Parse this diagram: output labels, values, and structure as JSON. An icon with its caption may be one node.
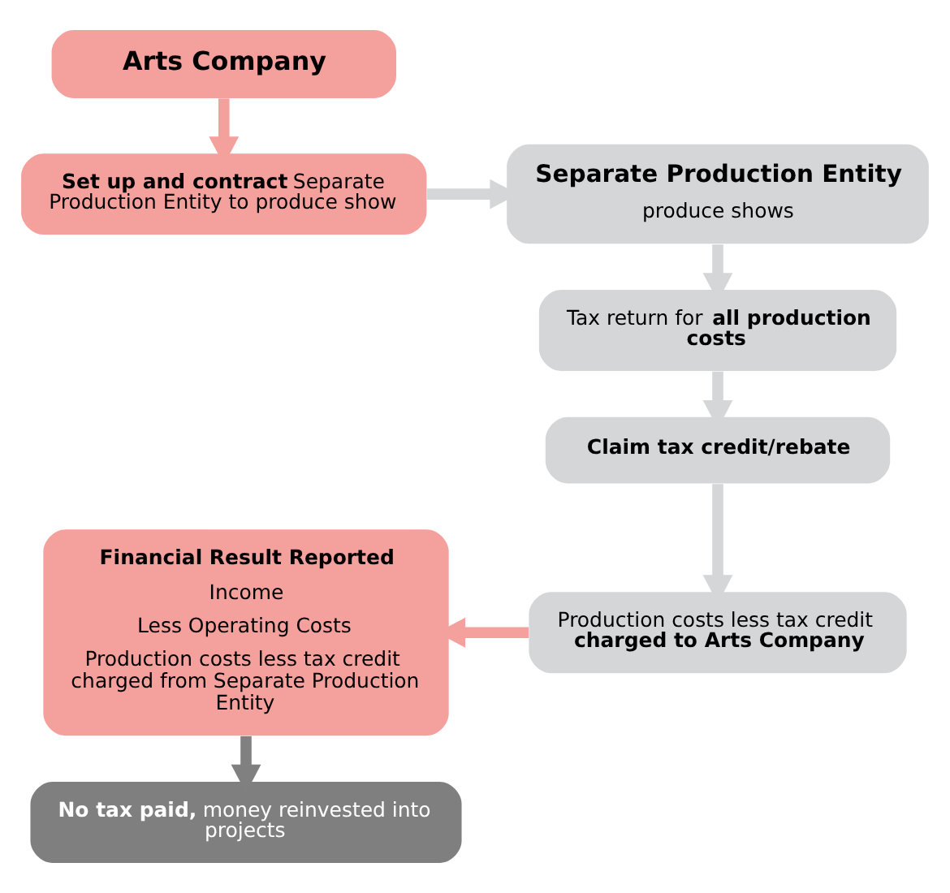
{
  "diagram": {
    "nodes": [
      {
        "text": [
          "**Arts Company**"
        ]
      },
      {
        "text": [
          "**Set up and contract** Separate Production Entity to produce show"
        ]
      },
      {
        "text": [
          "**Separate Production Entity**",
          "produce shows"
        ]
      },
      {
        "text": [
          "Tax return for **all production costs**"
        ]
      },
      {
        "text": [
          "**Claim tax credit/rebate**"
        ]
      },
      {
        "text": [
          "Production costs less tax credit **charged to Arts Company**"
        ]
      },
      {
        "text": [
          "**Financial Result Reported**",
          "Income",
          "Less Operating Costs",
          "Production costs less tax credit charged from Separate Production Entity"
        ]
      },
      {
        "text": [
          "**No tax paid,** money reinvested into projects"
        ]
      }
    ],
    "edges": [
      {
        "from": 0,
        "to": 1,
        "arrow": "to",
        "color": "#f4a09c"
      },
      {
        "from": 1,
        "to": 2,
        "arrow": "to",
        "color": "#d4d6d8"
      },
      {
        "from": 2,
        "to": 3,
        "arrow": "to",
        "color": "#d4d6d8"
      },
      {
        "from": 3,
        "to": 4,
        "arrow": "to",
        "color": "#d4d6d8"
      },
      {
        "from": 4,
        "to": 5,
        "arrow": "to",
        "color": "#d4d6d8"
      },
      {
        "from": 5,
        "to": 6,
        "arrow": "to",
        "color": "#f4a09c"
      },
      {
        "from": 6,
        "to": 7,
        "arrow": "to",
        "color": "#808080"
      }
    ]
  }
}
